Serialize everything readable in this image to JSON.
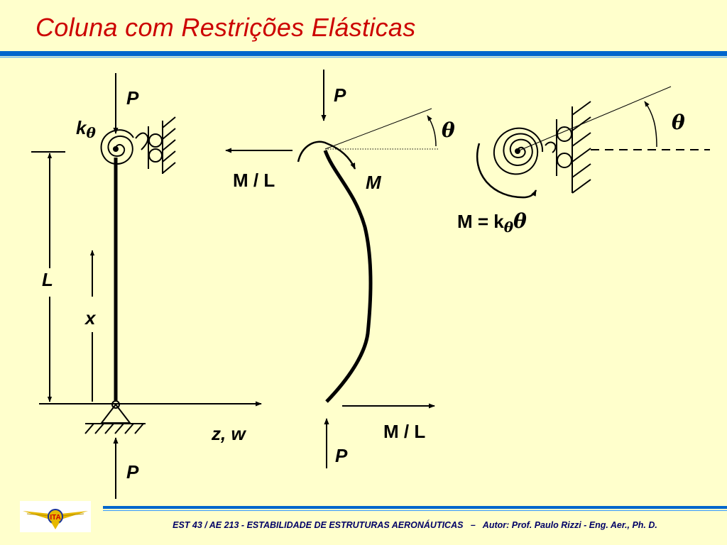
{
  "title": "Coluna com Restrições Elásticas",
  "diagram": {
    "left": {
      "load_top": "P",
      "load_bottom": "P",
      "spring_label": "k",
      "spring_sub": "θ",
      "length": "L",
      "coord_x": "x",
      "axis_label": "z, w"
    },
    "middle": {
      "load_top": "P",
      "load_bottom": "P",
      "force_top": "M / L",
      "force_bottom": "M / L",
      "moment": "M",
      "angle": "θ"
    },
    "right": {
      "angle": "θ",
      "relation_lhs": "M = k",
      "relation_sub": "θ",
      "relation_rhs": "θ"
    }
  },
  "footer": {
    "course": "EST 43 / AE 213   -   ESTABILIDADE DE ESTRUTURAS AERONÁUTICAS",
    "separator": "–",
    "author": "Autor: Prof. Paulo Rizzi - Eng. Aer.,  Ph. D."
  },
  "logo": {
    "text": "ITA",
    "colors": {
      "wing": "#e6b800",
      "ring": "#1a3399",
      "center": "#cc0000"
    }
  },
  "colors": {
    "background": "#ffffcc",
    "title": "#cc0000",
    "rule": "#0066cc"
  }
}
